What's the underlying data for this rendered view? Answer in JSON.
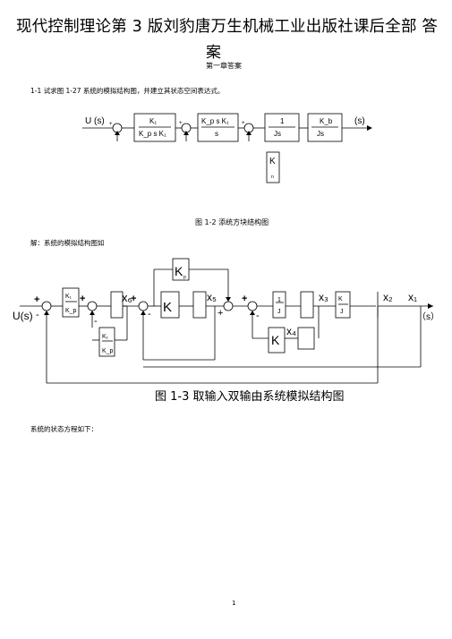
{
  "header": {
    "title_line1": "现代控制理论第 3 版刘豹唐万生机械工业出版社课后全部  答",
    "title_line2": "案",
    "chapter": "第一章答案"
  },
  "problem": {
    "question": "1-1 试求图 1-27 系统的模拟结构图，并建立其状态空间表达式。",
    "fig1_caption": "图 1-2 添统方块结构图",
    "solution_intro": "解：系统的模拟结构图如",
    "fig2_caption": "图 1-3 取输入双输由系统模拟结构图",
    "state_eq_intro": "系统的状态方程如下："
  },
  "fig1": {
    "input": "U (s)",
    "output": "(s)",
    "b1_num": "K₁",
    "b1_den": "K_p s  K₁",
    "b2_num": "K_p s  K₁",
    "b2_den": "s",
    "b3_num": "1",
    "b3_den": "Js",
    "b4_num": "K_b",
    "b4_den": "Js",
    "fb_top": "K",
    "fb_bot": "n"
  },
  "fig2": {
    "input": "U(s)",
    "output": "（s）",
    "k1": "K₁",
    "kp": "K_p",
    "kp_sub": "p",
    "k_top": "K",
    "x6": "x₆",
    "x5": "x₅",
    "x4": "x₄",
    "x3": "x₃",
    "x2": "x₂",
    "x1": "x₁",
    "one": "1",
    "J": "J",
    "Kb": "K",
    "Kn": "K"
  },
  "footer": {
    "page": "1"
  }
}
